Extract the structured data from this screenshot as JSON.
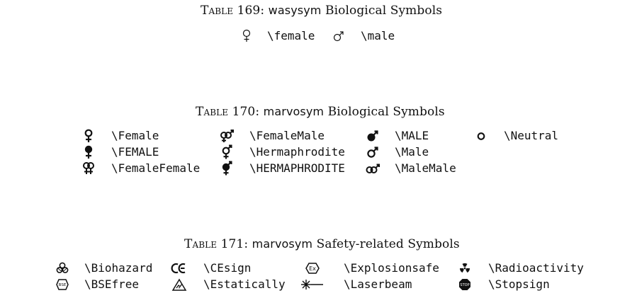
{
  "tables": [
    {
      "caption": {
        "prefix": "Table",
        "number": "169:",
        "package": "wasysym",
        "title": "Biological Symbols"
      },
      "entries": [
        {
          "icon": "female-symbol-icon",
          "command": "\\female"
        },
        {
          "icon": "male-symbol-icon",
          "command": "\\male"
        }
      ]
    },
    {
      "caption": {
        "prefix": "Table",
        "number": "170:",
        "package": "marvosym",
        "title": "Biological Symbols"
      },
      "entries": [
        {
          "icon": "female-bold-icon",
          "command": "\\Female"
        },
        {
          "icon": "female-filled-icon",
          "command": "\\FEMALE"
        },
        {
          "icon": "female-female-icon",
          "command": "\\FemaleFemale"
        },
        {
          "icon": "female-male-icon",
          "command": "\\FemaleMale"
        },
        {
          "icon": "hermaphrodite-icon",
          "command": "\\Hermaphrodite"
        },
        {
          "icon": "hermaphrodite-filled-icon",
          "command": "\\HERMAPHRODITE"
        },
        {
          "icon": "male-filled-icon",
          "command": "\\MALE"
        },
        {
          "icon": "male-bold-icon",
          "command": "\\Male"
        },
        {
          "icon": "male-male-icon",
          "command": "\\MaleMale"
        },
        {
          "icon": "neutral-circle-icon",
          "command": "\\Neutral"
        }
      ]
    },
    {
      "caption": {
        "prefix": "Table",
        "number": "171:",
        "package": "marvosym",
        "title": "Safety-related Symbols"
      },
      "entries": [
        {
          "icon": "biohazard-icon",
          "command": "\\Biohazard"
        },
        {
          "icon": "bse-free-icon",
          "command": "\\BSEfree"
        },
        {
          "icon": "ce-sign-icon",
          "command": "\\CEsign"
        },
        {
          "icon": "electrostatic-icon",
          "command": "\\Estatically"
        },
        {
          "icon": "explosion-safe-icon",
          "command": "\\Explosionsafe"
        },
        {
          "icon": "laser-beam-icon",
          "command": "\\Laserbeam"
        },
        {
          "icon": "radioactivity-icon",
          "command": "\\Radioactivity"
        },
        {
          "icon": "stop-sign-icon",
          "command": "\\Stopsign"
        }
      ]
    }
  ]
}
